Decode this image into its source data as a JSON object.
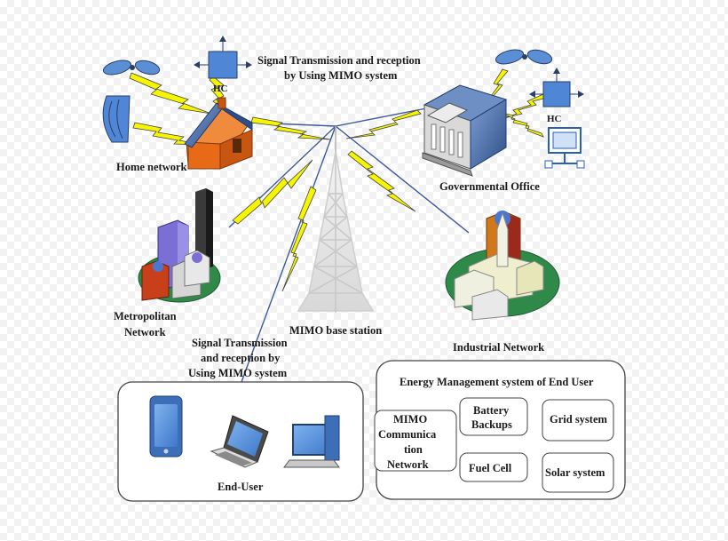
{
  "title_top": [
    "Signal Transmission and reception",
    "by Using MIMO system"
  ],
  "home": {
    "label": "Home network",
    "hc": "HC"
  },
  "gov": {
    "label": "Governmental Office",
    "hc": "HC"
  },
  "metro": {
    "label": [
      "Metropolitan",
      "Network"
    ]
  },
  "tower": {
    "label": "MIMO base station"
  },
  "industrial": {
    "label": "Industrial Network"
  },
  "signal_mid": [
    "Signal Transmission",
    "and reception by",
    "Using MIMO system"
  ],
  "enduser": {
    "label": "End-User"
  },
  "ems": {
    "title": "Energy Management system of End User",
    "boxes": {
      "mimo": [
        "MIMO",
        "Communica",
        "tion",
        "Network"
      ],
      "battery": [
        "Battery",
        "Backups"
      ],
      "fuel": "Fuel Cell",
      "grid": "Grid system",
      "solar": "Solar system"
    }
  },
  "colors": {
    "lightning": "#f5f500",
    "lightning_edge": "#444444",
    "line": "#3c5a99",
    "device_blue": "#4f86d6",
    "device_dark": "#2b3f66",
    "house_orange": "#e86a17",
    "building_blue": "#3b6aa8",
    "ground_green": "#2f8a4a"
  }
}
